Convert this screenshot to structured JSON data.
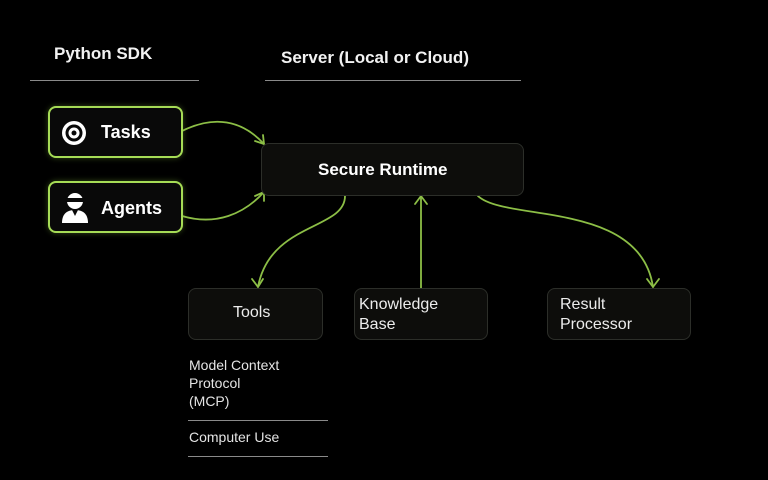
{
  "headings": {
    "python_sdk": "Python SDK",
    "server": "Server (Local or Cloud)"
  },
  "sdk": {
    "tasks": {
      "label": "Tasks",
      "icon": "target-icon"
    },
    "agents": {
      "label": "Agents",
      "icon": "agent-user-icon"
    }
  },
  "runtime": {
    "label": "Secure Runtime"
  },
  "components": {
    "tools": "Tools",
    "knowledge_base": "Knowledge\nBase",
    "result_processor": "Result\nProcessor"
  },
  "tool_items": [
    "Model Context\nProtocol\n(MCP)",
    "Computer Use"
  ],
  "colors": {
    "background": "#000000",
    "accent": "#a6dc56",
    "connector": "#8cbe46",
    "box_border": "#2c2e29",
    "rule": "#8a8a8a"
  }
}
